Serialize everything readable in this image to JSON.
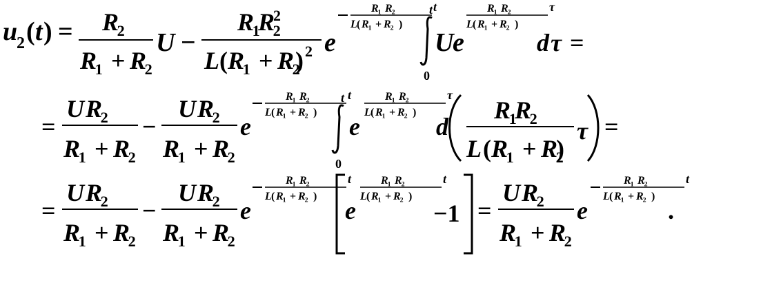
{
  "equation": {
    "lines": [
      "u2(t) = R2/(R1+R2) U − R1R2²/(L(R1+R2)²) e^(−R1R2/(L(R1+R2)) t) ∫₀ᵗ U e^(R1R2/(L(R1+R2)) τ) dτ =",
      "= UR2/(R1+R2) − UR2/(R1+R2) e^(−R1R2/(L(R1+R2)) t) ∫₀ᵗ e^(R1R2/(L(R1+R2)) τ) d(R1R2/(L(R1+R2)) τ) =",
      "= UR2/(R1+R2) − UR2/(R1+R2) e^(−R1R2/(L(R1+R2)) t) [e^(R1R2/(L(R1+R2)) t) − 1] = UR2/(R1+R2) e^(−R1R2/(L(R1+R2)) t)."
    ]
  }
}
